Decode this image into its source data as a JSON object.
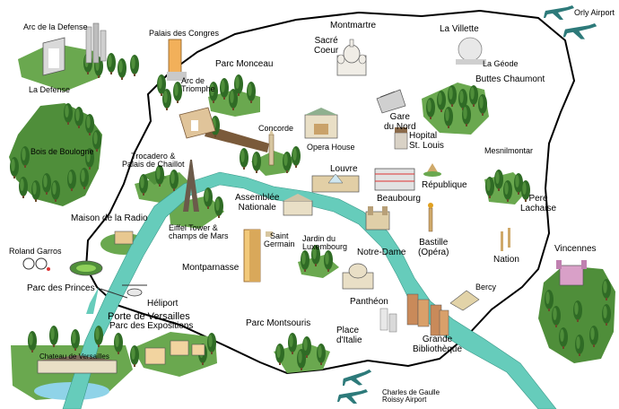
{
  "map": {
    "colors": {
      "background": "#ffffff",
      "paris_fill": "#ffffff",
      "paris_outline": "#000000",
      "river": "#66ccbb",
      "outer_green": "#4f8e3a",
      "park_green": "#6aa84f",
      "tree_dark": "#2f6b25",
      "tree_light": "#5f9c3f",
      "road": "#7a5a3a",
      "plane": "#2d7a7a"
    },
    "icons": [
      "plane-icon",
      "tree-icon",
      "tower-icon",
      "church-icon",
      "arch-icon",
      "stadium-icon",
      "helicopter-icon",
      "cycle-icon"
    ],
    "labels": {
      "arc_defense": "Arc de la Defense",
      "la_defense": "La Defense",
      "palais_congres": "Palais des Congres",
      "parc_monceau": "Parc Monceau",
      "arc_triomphe": "Arc de\nTriomphe",
      "montmartre": "Montmartre",
      "sacre_coeur": "Sacré\nCoeur",
      "la_villette": "La Villette",
      "orly": "Orly Airport",
      "la_geode": "La Géode",
      "buttes_chaumont": "Buttes Chaumont",
      "bois_boulogne": "Bois de Boulogne",
      "concorde": "Concorde",
      "opera_house": "Opera House",
      "gare_nord": "Gare\ndu Nord",
      "hopital": "Hopital\nSt. Louis",
      "mesnilmontant": "Mesnilmontar",
      "trocadero": "Trocadero &\nPalais de Chaillot",
      "louvre": "Louvre",
      "republique": "République",
      "assemblee": "Assemblée\nNationale",
      "beaubourg": "Beaubourg",
      "pere_lachaise": "Pere\nLachaise",
      "maison_radio": "Maison de la Radio",
      "eiffel": "Eiffel Tower &\nchamps de Mars",
      "saint_germain": "Saint\nGermain",
      "jardin_luxembourg": "Jardin du\nLuxembourg",
      "notre_dame": "Notre-Dame",
      "bastille": "Bastille\n(Opéra)",
      "nation": "Nation",
      "roland_garros": "Roland Garros",
      "parc_princes": "Parc des Princes",
      "montparnasse": "Montparnasse",
      "vincennes": "Vincennes",
      "heliport": "Héliport",
      "porte_versailles": "Porte de Versailles",
      "parc_expositions": "Parc des Expositions",
      "pantheon": "Panthéon",
      "bercy": "Bercy",
      "parc_montsouris": "Parc Montsouris",
      "place_italie": "Place\nd'Italie",
      "grande_bibliotheque": "Grande\nBibliothèque",
      "chateau_versailles": "Chateau de Versailles",
      "cdg": "Charles de Gaulle\nRoissy Airport"
    }
  }
}
